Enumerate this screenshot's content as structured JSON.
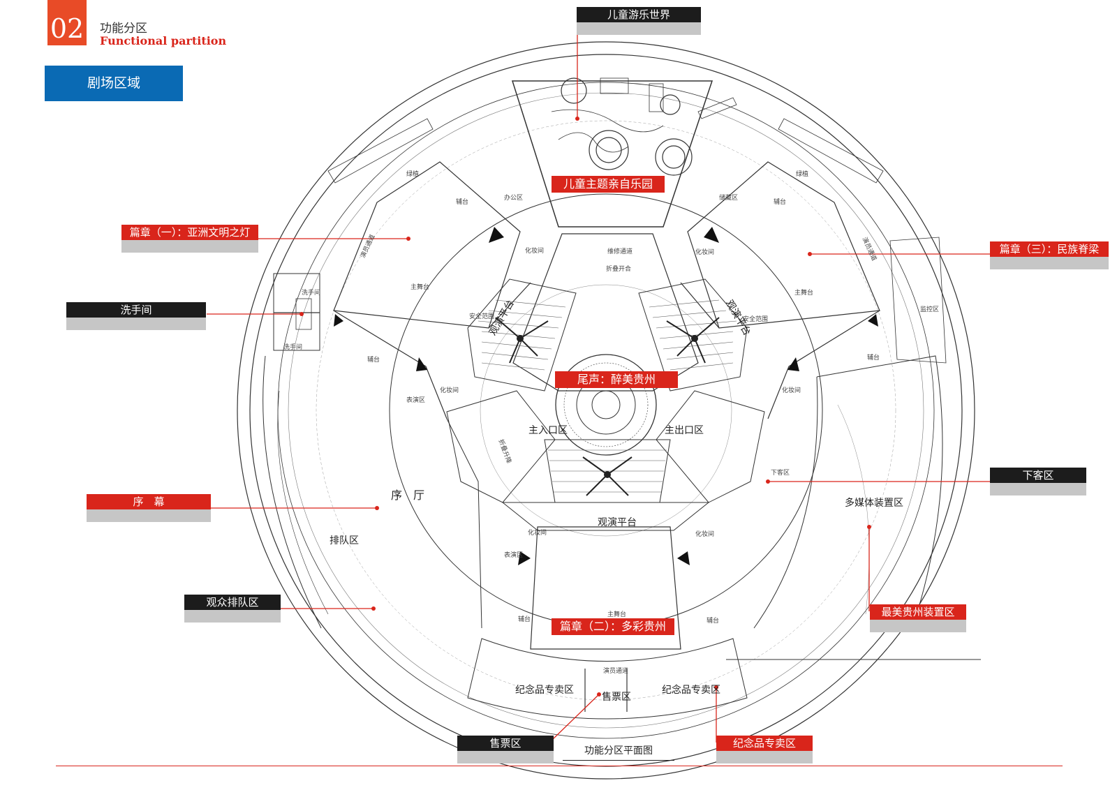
{
  "header": {
    "section_number": "02",
    "title_cn": "功能分区",
    "title_en": "Functional partition",
    "tab": "剧场区域"
  },
  "callouts": {
    "kids_world": "儿童游乐世界",
    "chapter1": "篇章（一）：亚洲文明之灯",
    "restroom": "洗手间",
    "prelude": "序　幕",
    "audience_queue": "观众排队区",
    "ticket": "售票区",
    "souvenir": "纪念品专卖区",
    "chapter3": "篇章（三）：民族脊梁",
    "dropoff": "下客区",
    "guizhou_install": "最美贵州装置区"
  },
  "inplan_labels": {
    "kids_park": "儿童主题亲自乐园",
    "finale": "尾声：醉美贵州",
    "chapter2": "篇章（二）：多彩贵州"
  },
  "plan_text": {
    "lobby": "序　厅",
    "queue_area": "排队区",
    "main_entrance": "主入口区",
    "main_exit": "主出口区",
    "viewing_platform": "观演平台",
    "viewing_platform_left": "观演平台",
    "viewing_platform_right": "观演平台",
    "multimedia": "多媒体装置区",
    "souvenir_left": "纪念品专卖区",
    "souvenir_right": "纪念品专卖区",
    "ticket_inner": "售票区",
    "restroom_a": "洗手间",
    "restroom_b": "洗手间",
    "main_stage_l": "主舞台",
    "main_stage_r": "主舞台",
    "main_stage_b": "主舞台",
    "aux_stage_1": "辅台",
    "aux_stage_2": "辅台",
    "aux_stage_3": "辅台",
    "aux_stage_4": "辅台",
    "aux_stage_5": "辅台",
    "aux_stage_6": "辅台",
    "dressing_1": "化妆间",
    "dressing_2": "化妆间",
    "dressing_3": "化妆间",
    "dressing_4": "化妆间",
    "dressing_5": "化妆间",
    "dressing_6": "化妆间",
    "perform_1": "表演区",
    "perform_2": "表演区",
    "office": "办公区",
    "storage": "储藏区",
    "monitor": "监控区",
    "dropoff_small": "下客区",
    "green_1": "绿植",
    "green_2": "绿植",
    "maint": "维修通道",
    "fold": "折叠开合",
    "safety_l": "安全范围",
    "safety_r": "安全范围",
    "actor_pass": "演员通道",
    "actor_pass_l": "演员通道",
    "actor_pass_r": "演员通道",
    "fold_lift": "折叠升降"
  },
  "caption": "功能分区平面图",
  "colors": {
    "accent_red": "#d9251b",
    "badge_orange": "#e84b27",
    "tab_blue": "#0a6ab4",
    "label_black": "#1c1c1c",
    "label_shadow": "#c6c6c6"
  }
}
